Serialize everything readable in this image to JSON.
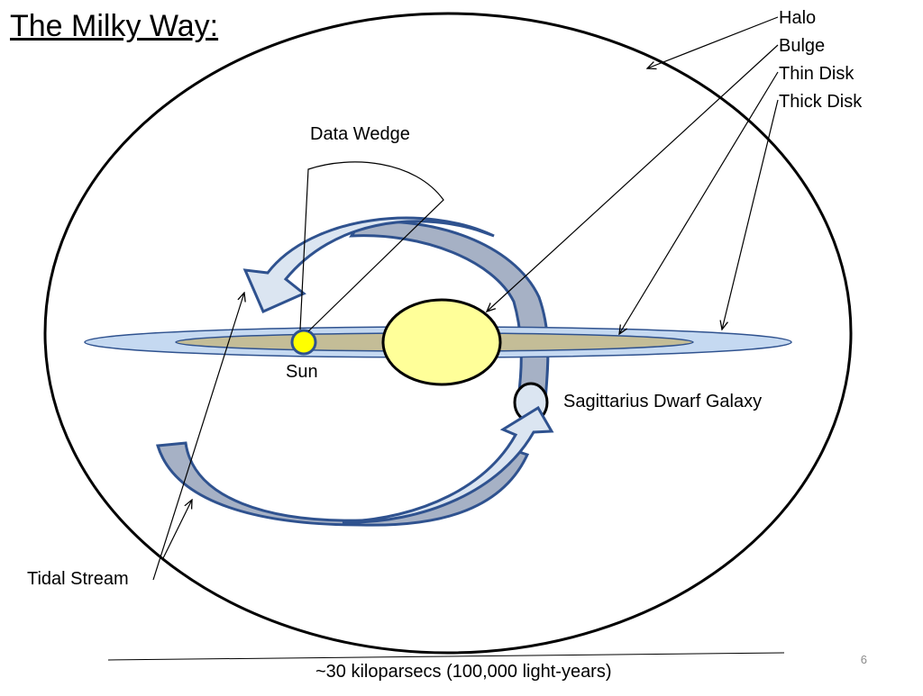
{
  "title": "The Milky Way:",
  "labels": {
    "halo": "Halo",
    "bulge": "Bulge",
    "thin_disk": "Thin Disk",
    "thick_disk": "Thick Disk",
    "data_wedge": "Data Wedge",
    "sun": "Sun",
    "sagittarius": "Sagittarius Dwarf Galaxy",
    "tidal_stream": "Tidal Stream"
  },
  "scale_caption": "~30 kiloparsecs (100,000 light-years)",
  "page_number": "6",
  "colors": {
    "thick_disk": "#c5d9f1",
    "thin_disk": "#c4bd97",
    "bulge": "#ffff99",
    "sun": "#ffff00",
    "stream_back": "#a6b1c5",
    "stream_front": "#dbe5f1",
    "outline": "#2f528f"
  }
}
